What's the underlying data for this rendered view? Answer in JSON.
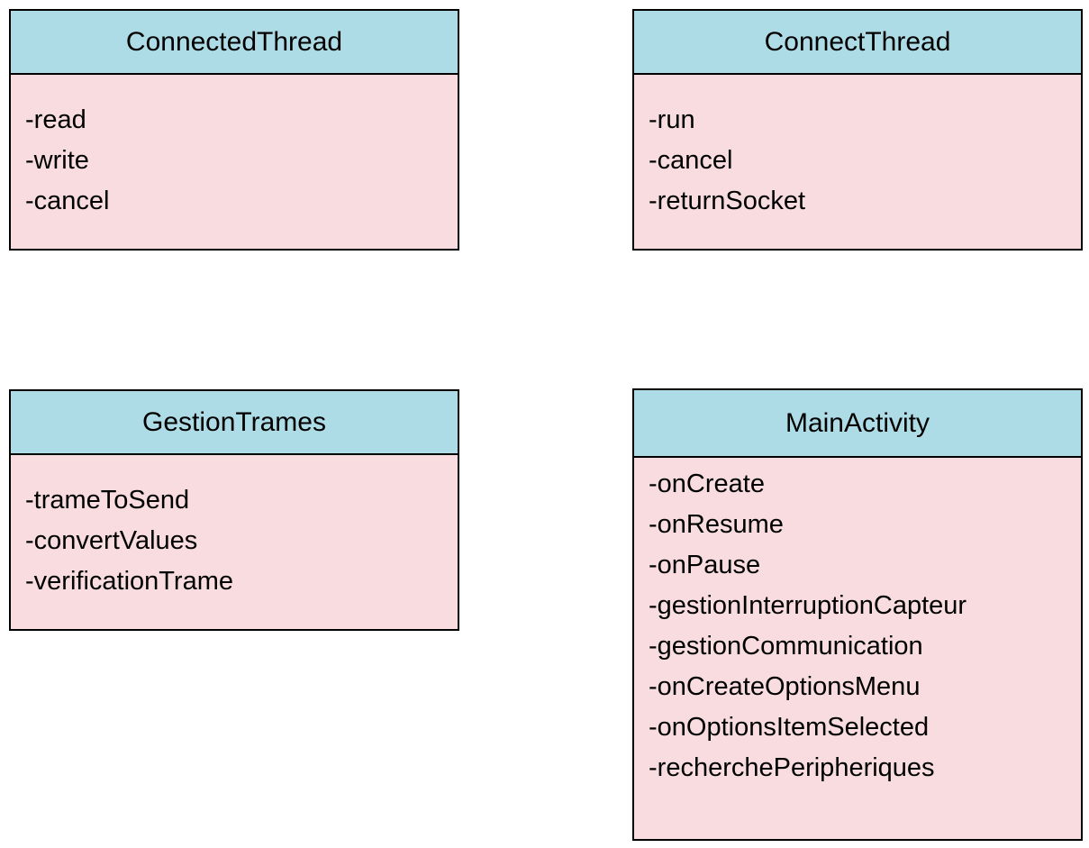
{
  "diagram": {
    "type": "uml-class-diagram",
    "colors": {
      "header_bg": "#aedce6",
      "body_bg": "#f8dcdf",
      "border": "#000000",
      "text": "#000000"
    },
    "classes": [
      {
        "name": "ConnectedThread",
        "members": [
          "-read",
          "-write",
          "-cancel"
        ]
      },
      {
        "name": "ConnectThread",
        "members": [
          "-run",
          "-cancel",
          "-returnSocket"
        ]
      },
      {
        "name": "GestionTrames",
        "members": [
          "-trameToSend",
          "-convertValues",
          "-verificationTrame"
        ]
      },
      {
        "name": "MainActivity",
        "members": [
          "-onCreate",
          "-onResume",
          "-onPause",
          "-gestionInterruptionCapteur",
          "-gestionCommunication",
          "-onCreateOptionsMenu",
          "-onOptionsItemSelected",
          "-recherchePeripheriques"
        ]
      }
    ]
  }
}
